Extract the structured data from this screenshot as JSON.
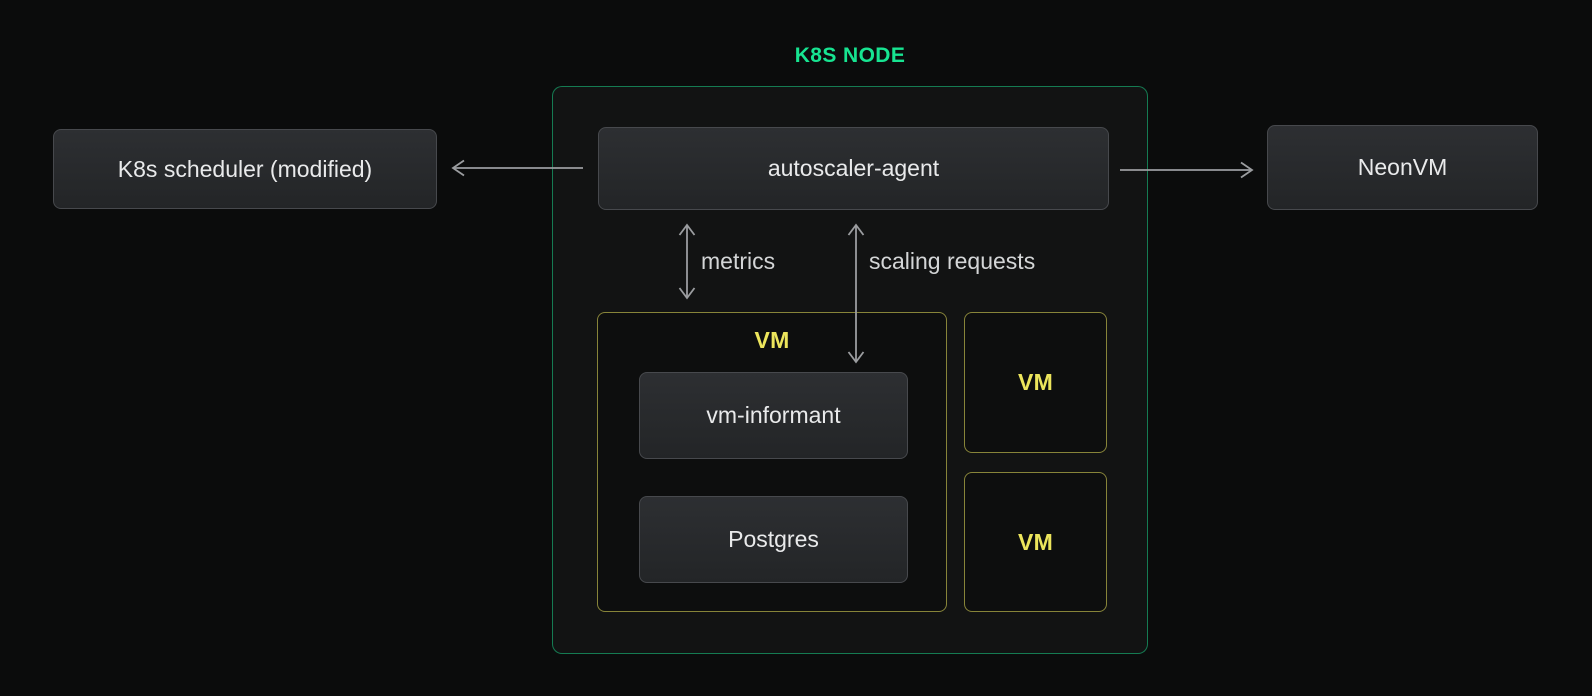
{
  "colors": {
    "page_bg": "#0b0c0c",
    "container_bg": "#121313",
    "accent_green": "#17e491",
    "green_border": "rgba(23,228,145,0.5)",
    "accent_yellow": "#ece55c",
    "yellow_border": "rgba(236,229,92,0.55)",
    "box_bg_top": "#2d2f32",
    "box_bg_bottom": "#232527",
    "box_border": "#47494d",
    "box_text": "#e9eaeb",
    "arrow_gray": "#9b9da0",
    "label_text": "#d4d6d7"
  },
  "diagram": {
    "title": "K8S NODE",
    "nodes": {
      "scheduler": {
        "label": "K8s scheduler (modified)"
      },
      "autoscaler": {
        "label": "autoscaler-agent"
      },
      "neonvm": {
        "label": "NeonVM"
      },
      "vm_group": {
        "label": "VM"
      },
      "vm_informant": {
        "label": "vm-informant"
      },
      "postgres": {
        "label": "Postgres"
      },
      "vm_small_1": {
        "label": "VM"
      },
      "vm_small_2": {
        "label": "VM"
      }
    },
    "edge_labels": {
      "metrics": "metrics",
      "scaling_requests": "scaling requests"
    },
    "edges": [
      {
        "from": "autoscaler-agent",
        "to": "K8s scheduler (modified)",
        "heads": "single-left",
        "label": ""
      },
      {
        "from": "autoscaler-agent",
        "to": "NeonVM",
        "heads": "single-right",
        "label": ""
      },
      {
        "from": "autoscaler-agent",
        "to": "VM",
        "heads": "double-vertical",
        "label": "metrics"
      },
      {
        "from": "autoscaler-agent",
        "to": "vm-informant",
        "heads": "double-vertical",
        "label": "scaling requests"
      }
    ]
  }
}
